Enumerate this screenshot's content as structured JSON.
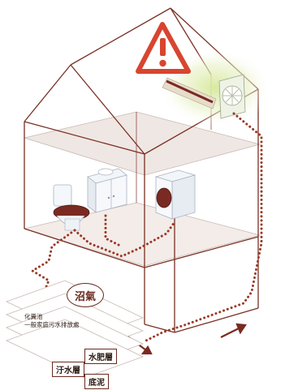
{
  "labels": {
    "biogas": "沼氣",
    "septic_line1": "化糞池",
    "septic_line2": "一般家庭污水排放處",
    "layer_top": "水肥層",
    "layer_mid": "汙水層",
    "layer_bottom": "底泥"
  },
  "colors": {
    "wall": "#7a3124",
    "floor": "#efe9e6",
    "accent": "#d8452f",
    "fixture_lid": "#7a2a22",
    "dots": "#9a3a26",
    "glow": "#d8e8a0"
  },
  "icons": {
    "warning": "warning-triangle-icon",
    "flow": "arrow-icon"
  }
}
